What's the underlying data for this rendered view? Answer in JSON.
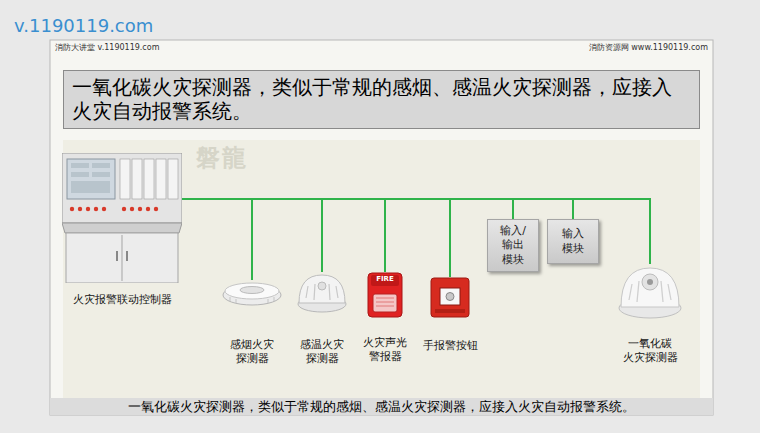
{
  "diagram": {
    "title": "一氧化碳火灾探测器，类似于常规的感烟、感温火灾探测器，应接入火灾自动报警系统。",
    "caption": "一氧化碳火灾探测器，类似于常规的感烟、感温火灾探测器，应接入火灾自动报警系统。",
    "nodes": [
      {
        "text": [
          "火灾报警联动控制器"
        ]
      },
      {
        "text": [
          "感烟火灾 探测器"
        ]
      },
      {
        "text": [
          "感温火灾 探测器"
        ]
      },
      {
        "text": [
          "火灾声光 警报器"
        ]
      },
      {
        "text": [
          "手报警按钮"
        ]
      },
      {
        "text": [
          "输入/输出 模块"
        ]
      },
      {
        "text": [
          "输入 模块"
        ]
      },
      {
        "text": [
          "一氧化碳 火灾探测器"
        ]
      }
    ],
    "edges": [
      {
        "from": 0,
        "to": 1,
        "arrow": "none"
      },
      {
        "from": 0,
        "to": 2,
        "arrow": "none"
      },
      {
        "from": 0,
        "to": 3,
        "arrow": "none"
      },
      {
        "from": 0,
        "to": 4,
        "arrow": "none"
      },
      {
        "from": 0,
        "to": 5,
        "arrow": "none"
      },
      {
        "from": 0,
        "to": 6,
        "arrow": "none"
      },
      {
        "from": 0,
        "to": 7,
        "arrow": "none"
      }
    ],
    "labels": [
      "v.1190119.com",
      "消防大讲堂 v.1190119.com",
      "消防资源网 www.1190119.com",
      "磐龍",
      "FIRE"
    ]
  }
}
